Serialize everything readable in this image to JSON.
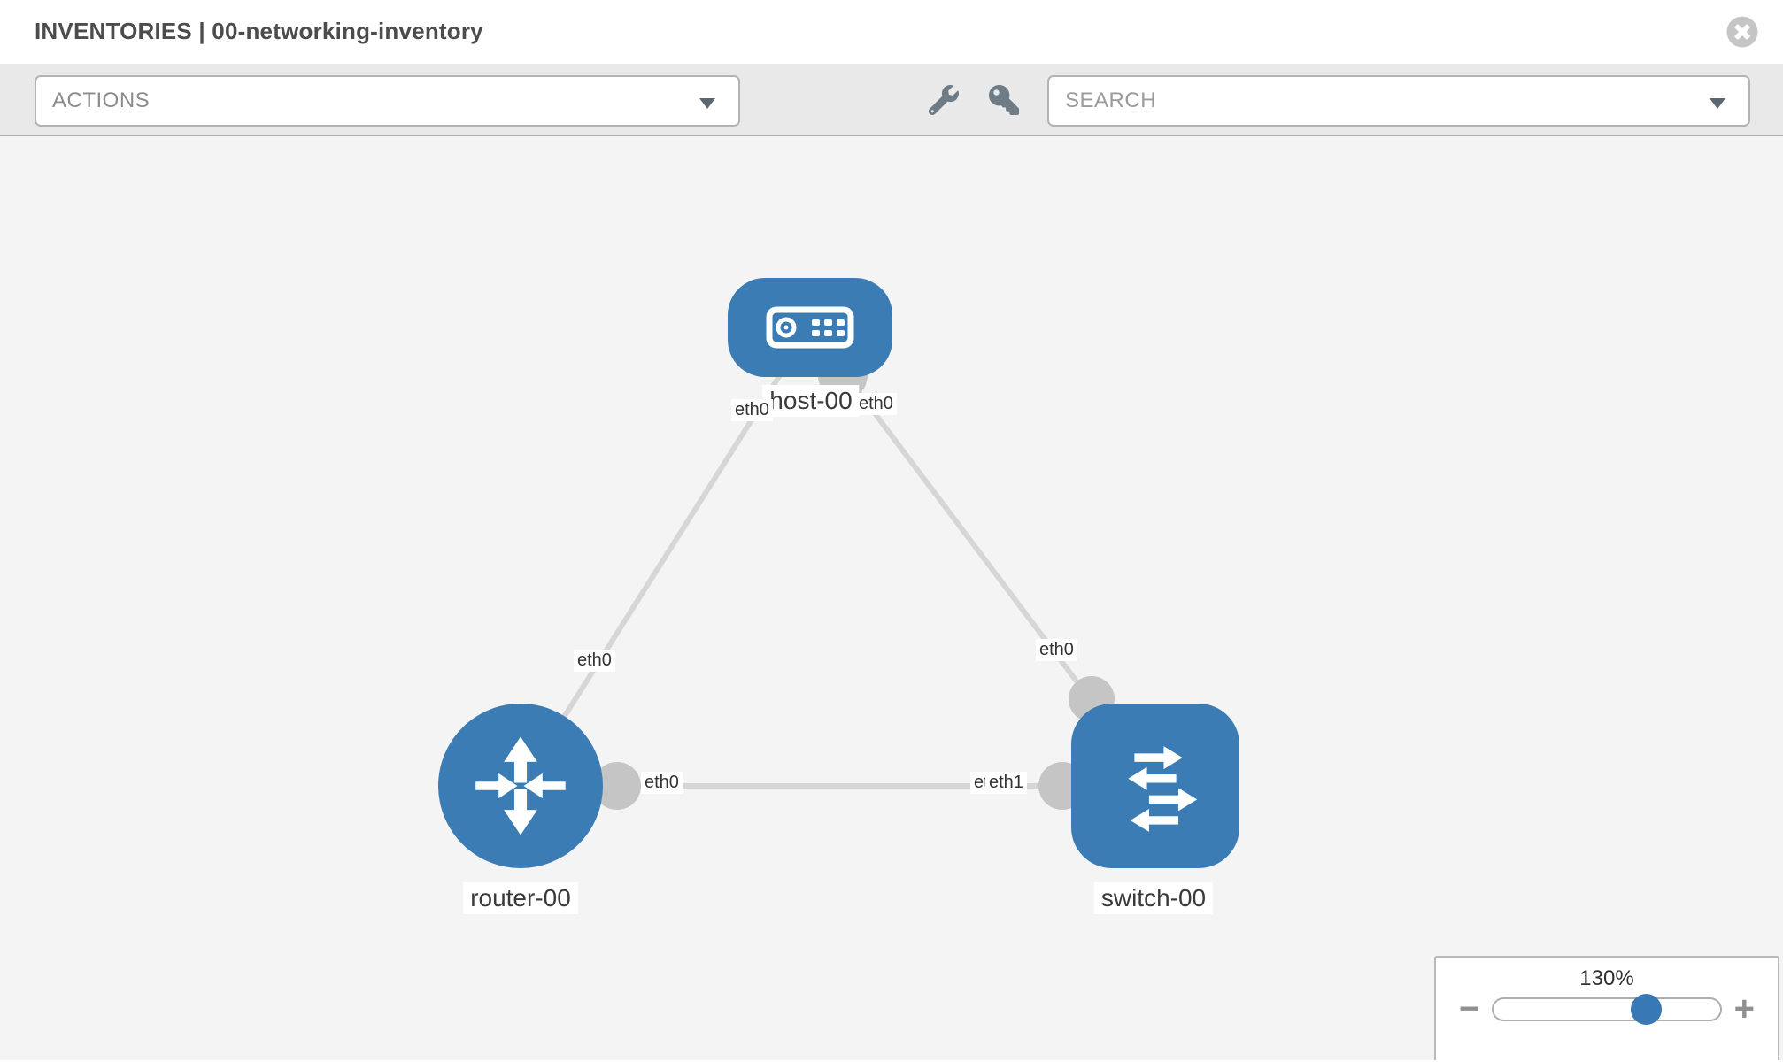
{
  "header": {
    "title": "INVENTORIES | 00-networking-inventory"
  },
  "toolbar": {
    "actions_label": "ACTIONS",
    "search_placeholder": "SEARCH"
  },
  "diagram": {
    "nodes": [
      {
        "label": "host-00",
        "type": "host",
        "interfaces": {
          "left": "eth0",
          "right": "eth0"
        }
      },
      {
        "label": "router-00",
        "type": "router",
        "interfaces": {
          "top": "eth0",
          "right": "eth0"
        }
      },
      {
        "label": "switch-00",
        "type": "switch",
        "interfaces": {
          "top": "eth0",
          "left_under": "eth0",
          "left_over": "eth1"
        }
      }
    ],
    "links": [
      {
        "from": "host-00",
        "to": "router-00",
        "from_interface": "eth0",
        "to_interface": "eth0"
      },
      {
        "from": "host-00",
        "to": "switch-00",
        "from_interface": "eth0",
        "to_interface": "eth0"
      },
      {
        "from": "router-00",
        "to": "switch-00",
        "from_interface": "eth0",
        "to_interface": "eth1"
      }
    ]
  },
  "zoom_control": {
    "value": "130%",
    "minus_label": "−",
    "plus_label": "+"
  },
  "colors": {
    "node_blue": "#3b7cb5",
    "link_gray": "#d6d6d6",
    "stub_gray": "#c5c5c5",
    "canvas_bg": "#f4f4f4",
    "toolbar_bg": "#e9e9e9"
  }
}
